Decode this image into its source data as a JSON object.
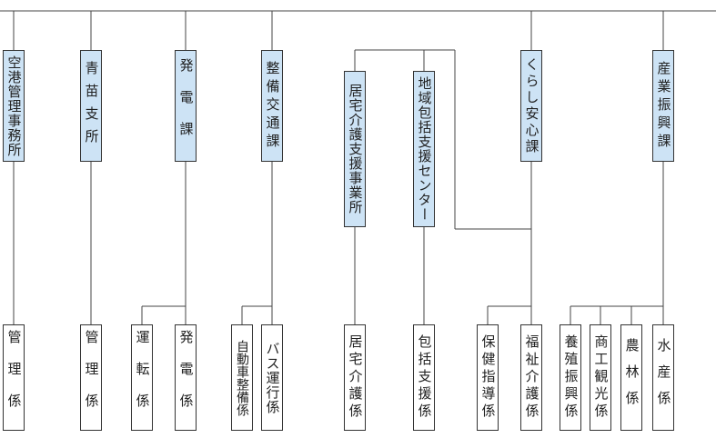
{
  "departments": [
    {
      "key": "airport",
      "label": "空港管理事務所"
    },
    {
      "key": "aoi",
      "label": "青苗支所"
    },
    {
      "key": "power",
      "label": "発電課"
    },
    {
      "key": "maint",
      "label": "整備交通課"
    },
    {
      "key": "homecare",
      "label": "居宅介護支援事業所"
    },
    {
      "key": "center",
      "label": "地域包括支援センター"
    },
    {
      "key": "kurashi",
      "label": "くらし安心課"
    },
    {
      "key": "industry",
      "label": "産業振興課"
    }
  ],
  "sections": [
    {
      "key": "s1",
      "label": "管理係"
    },
    {
      "key": "s2",
      "label": "管理係"
    },
    {
      "key": "s3",
      "label": "運転係"
    },
    {
      "key": "s4",
      "label": "発電係"
    },
    {
      "key": "s5",
      "label": "自動車整備係"
    },
    {
      "key": "s6",
      "label": "バス運行係"
    },
    {
      "key": "s7",
      "label": "居宅介護係"
    },
    {
      "key": "s8",
      "label": "包括支援係"
    },
    {
      "key": "s9",
      "label": "保健指導係"
    },
    {
      "key": "s10",
      "label": "福祉介護係"
    },
    {
      "key": "s11",
      "label": "養殖振興係"
    },
    {
      "key": "s12",
      "label": "商工観光係"
    },
    {
      "key": "s13",
      "label": "農林係"
    },
    {
      "key": "s14",
      "label": "水産係"
    }
  ]
}
